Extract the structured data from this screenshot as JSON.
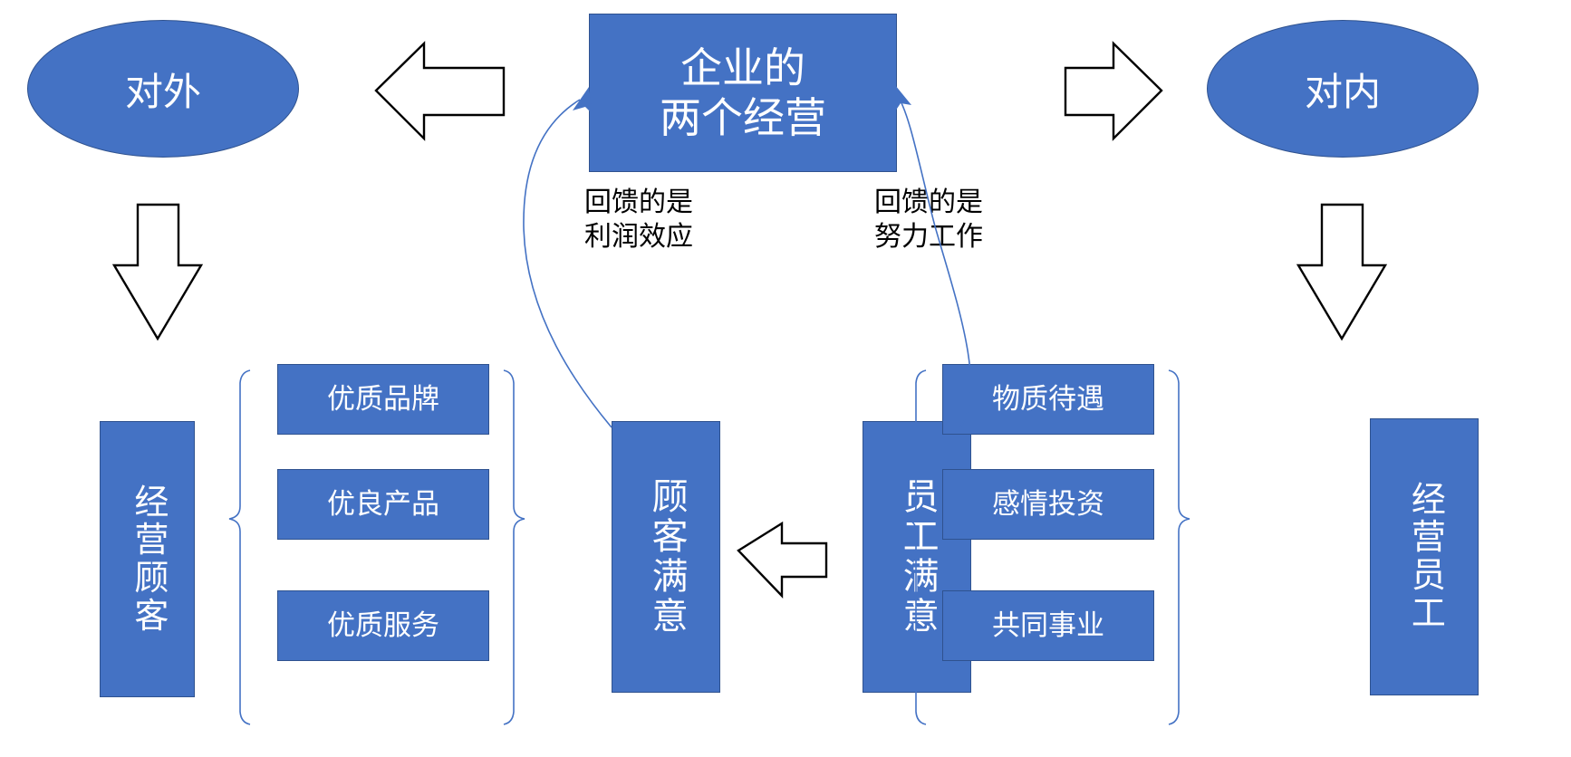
{
  "diagram": {
    "title_box": {
      "label": "企业的\n两个经营"
    },
    "outward_ellipse": {
      "label": "对外"
    },
    "inward_ellipse": {
      "label": "对内"
    },
    "left_pillar": {
      "label": "经营顾客"
    },
    "right_pillar": {
      "label": "经营员工"
    },
    "customer_satisfaction": {
      "label": "顾客满意"
    },
    "employee_satisfaction": {
      "label": "员工满意"
    },
    "customer_factors": [
      {
        "label": "优质品牌"
      },
      {
        "label": "优良产品"
      },
      {
        "label": "优质服务"
      }
    ],
    "employee_factors": [
      {
        "label": "物质待遇"
      },
      {
        "label": "感情投资"
      },
      {
        "label": "共同事业"
      }
    ],
    "feedback_left": {
      "label": "回馈的是\n利润效应"
    },
    "feedback_right": {
      "label": "回馈的是\n努力工作"
    },
    "arrows": {
      "to_outward": "left-block-arrow",
      "to_inward": "right-block-arrow",
      "outward_down": "down-block-arrow",
      "inward_down": "down-block-arrow",
      "employee_to_customer": "left-block-arrow"
    },
    "colors": {
      "node_fill": "#4472C4",
      "node_border": "#2F528F",
      "node_text": "#FFFFFF",
      "connector": "#4472C4",
      "arrow_outline": "#000000",
      "background": "#FFFFFF"
    }
  }
}
